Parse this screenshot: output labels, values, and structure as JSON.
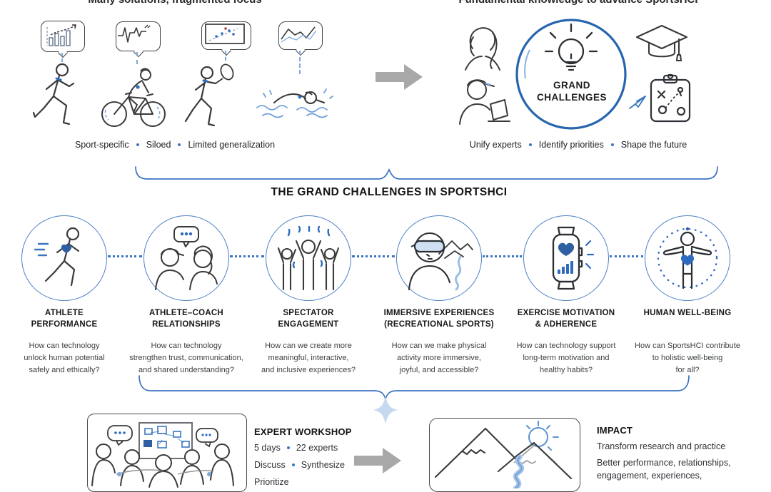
{
  "header": {
    "left_title": "Many solutions, fragmented focus",
    "right_title": "Fundamental knowledge to advance SportsHCI"
  },
  "top_left": {
    "chart_icons": [
      "bar-chart-icon",
      "signal-waveform-icon",
      "scatter-screen-icon",
      "line-chart-icon"
    ],
    "sport_icons": [
      "runner-icon",
      "cyclist-icon",
      "tennis-player-icon",
      "swimmer-icon"
    ],
    "caption": [
      "Sport-specific",
      "Siloed",
      "Limited generalization"
    ]
  },
  "top_right": {
    "hub_label": "GRAND\nCHALLENGES",
    "icons": [
      "woman-icon",
      "researcher-laptop-icon",
      "lightbulb-icon",
      "graduation-cap-icon",
      "strategy-clipboard-icon",
      "paper-dart-icon"
    ],
    "caption": [
      "Unify experts",
      "Identify priorities",
      "Shape the future"
    ]
  },
  "challenges": {
    "title": "THE GRAND CHALLENGES IN SPORTSHCI",
    "items": [
      {
        "icon": "runner-heart-icon",
        "label": "ATHLETE\nPERFORMANCE",
        "question": "How can technology\nunlock human potential\nsafely and ethically?"
      },
      {
        "icon": "athlete-coach-icon",
        "label": "ATHLETE–COACH\nRELATIONSHIPS",
        "question": "How can technology\nstrengthen trust, communication,\nand shared understanding?"
      },
      {
        "icon": "spectators-icon",
        "label": "SPECTATOR\nENGAGEMENT",
        "question": "How can we create more\nmeaningful, interactive,\nand inclusive experiences?"
      },
      {
        "icon": "vr-headset-icon",
        "label": "IMMERSIVE EXPERIENCES\n(RECREATIONAL SPORTS)",
        "question": "How can we make physical\nactivity more immersive,\njoyful, and accessible?"
      },
      {
        "icon": "smartwatch-icon",
        "label": "EXERCISE MOTIVATION\n& ADHERENCE",
        "question": "How can technology support\nlong-term motivation and\nhealthy habits?"
      },
      {
        "icon": "wellbeing-icon",
        "label": "HUMAN WELL-BEING",
        "question": "How can SportsHCI contribute\nto holistic well-being\nfor all?"
      }
    ]
  },
  "workshop": {
    "title": "EXPERT WORKSHOP",
    "row1": [
      "5 days",
      "22 experts"
    ],
    "row2": [
      "Discuss",
      "Synthesize"
    ],
    "row3": [
      "Prioritize"
    ]
  },
  "impact": {
    "title": "IMPACT",
    "lines": [
      "Transform research and practice",
      "Better performance, relationships,",
      "engagement, experiences,"
    ]
  },
  "colors": {
    "accent_blue": "#3b76c0",
    "deep_blue": "#2e5fa3",
    "light_blue": "#a9c7e9",
    "circle_stroke": "#4a80c4",
    "arrow_gray": "#a8a8a8",
    "ink": "#3a3a3a"
  }
}
